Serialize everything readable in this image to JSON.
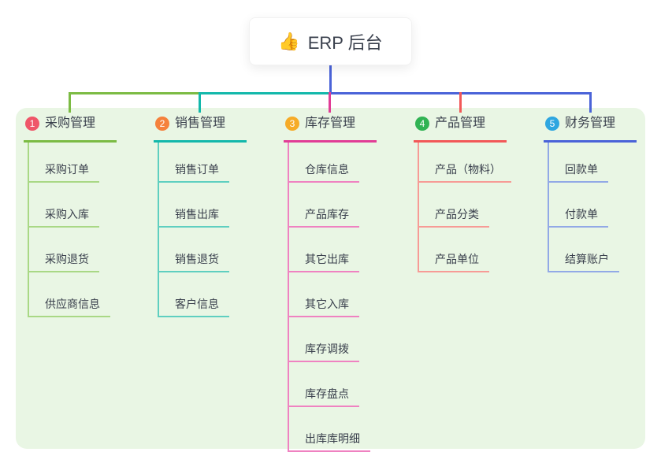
{
  "root": {
    "icon": "👍",
    "label": "ERP 后台",
    "connector_color": "#4a63d8"
  },
  "panel_color": "#e9f6e4",
  "text_color": "#3a404d",
  "branches": [
    {
      "num": "1",
      "label": "采购管理",
      "color": "#7cbb44",
      "light_color": "#a9d885",
      "badge_color": "#ef5669",
      "children": [
        "采购订单",
        "采购入库",
        "采购退货",
        "供应商信息"
      ]
    },
    {
      "num": "2",
      "label": "销售管理",
      "color": "#13b8ab",
      "light_color": "#5fcfc0",
      "badge_color": "#f5813c",
      "children": [
        "销售订单",
        "销售出库",
        "销售退货",
        "客户信息"
      ]
    },
    {
      "num": "3",
      "label": "库存管理",
      "color": "#e13d96",
      "light_color": "#ef82c1",
      "badge_color": "#f6ab27",
      "children": [
        "仓库信息",
        "产品库存",
        "其它出库",
        "其它入库",
        "库存调拨",
        "库存盘点",
        "出库库明细"
      ]
    },
    {
      "num": "4",
      "label": "产品管理",
      "color": "#f25858",
      "light_color": "#f79b96",
      "badge_color": "#30b353",
      "children": [
        "产品（物料）",
        "产品分类",
        "产品单位"
      ]
    },
    {
      "num": "5",
      "label": "财务管理",
      "color": "#4a63d8",
      "light_color": "#92a9e6",
      "badge_color": "#2ea6e0",
      "children": [
        "回款单",
        "付款单",
        "结算账户"
      ]
    }
  ]
}
